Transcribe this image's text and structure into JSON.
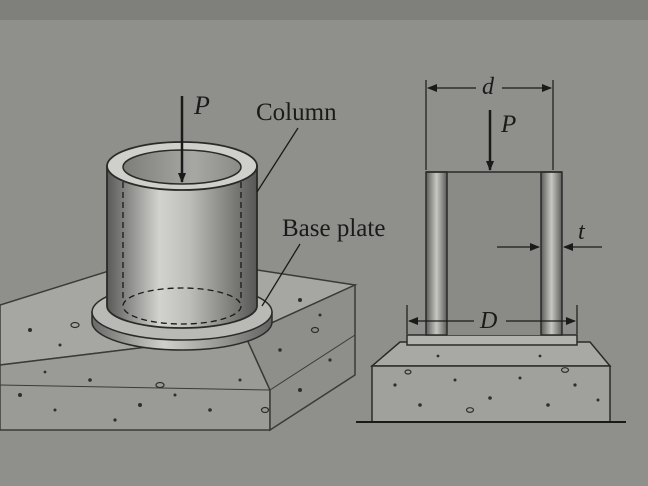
{
  "left_view": {
    "load_label": "P",
    "column_label": "Column",
    "base_plate_label": "Base plate"
  },
  "right_view": {
    "inner_diameter_label": "d",
    "load_label": "P",
    "thickness_label": "t",
    "outer_diameter_label": "D"
  },
  "colors": {
    "page": "#8f8f8c",
    "concrete": "#9c9c98",
    "metal_dark": "#5e5e5c",
    "metal_light": "#cfcfcc",
    "ink": "#1a1a1a"
  }
}
